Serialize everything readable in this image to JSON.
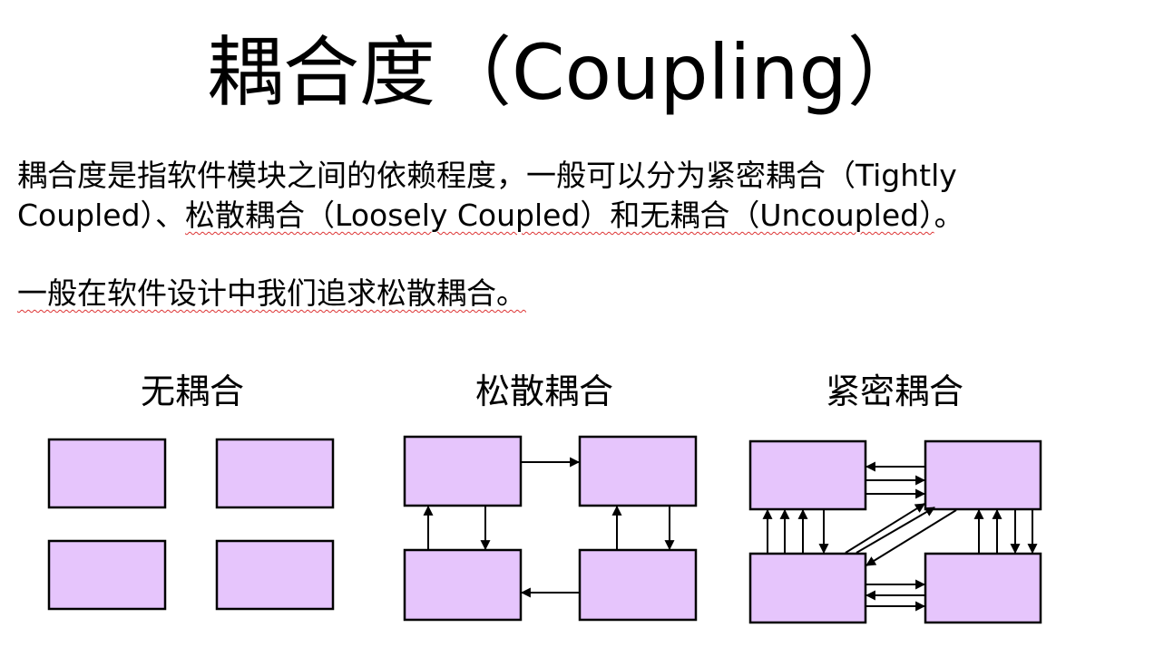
{
  "slide": {
    "title": "耦合度（Coupling）",
    "paragraph1_lead": "耦合度是指软件模块之间的依赖程度，一般可以分为紧密耦合（Tightly Coupled）、",
    "paragraph1_tail": "松散耦合（Loosely Coupled）和无耦合（Uncoupled）",
    "paragraph1_end": "。",
    "paragraph2": "一般在软件设计中我们追求松散耦合。"
  },
  "diagrams": [
    {
      "label": "无耦合"
    },
    {
      "label": "松散耦合"
    },
    {
      "label": "紧密耦合"
    }
  ],
  "colors": {
    "module_fill": "#e6c5fc",
    "module_stroke": "#000000",
    "spellcheck_underline": "#d33333"
  }
}
